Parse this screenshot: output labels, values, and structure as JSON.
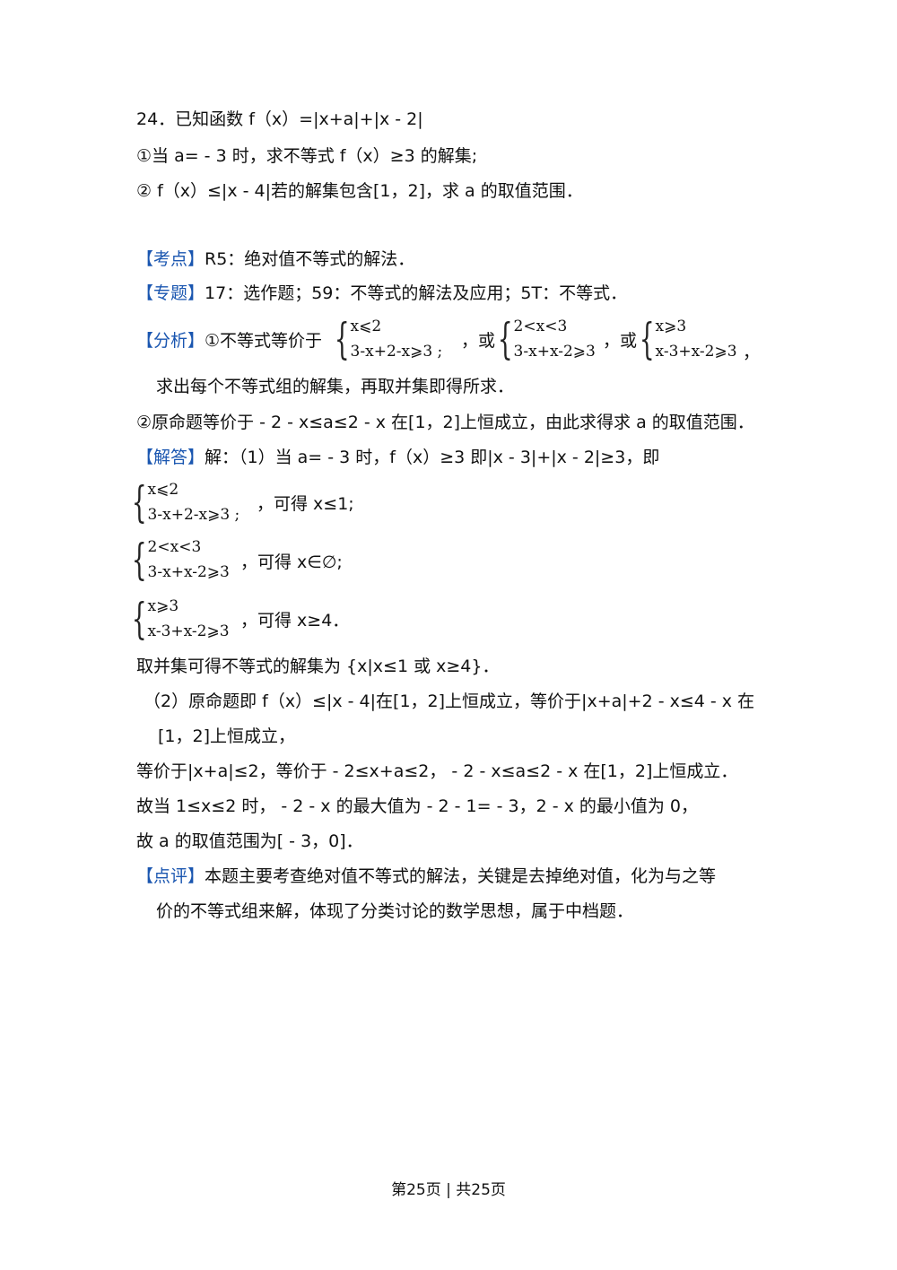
{
  "problem": {
    "line1": "24．已知函数 f（x）=|x+a|+|x - 2|",
    "line2": "①当 a= - 3 时，求不等式 f（x）≥3 的解集;",
    "line3": "② f（x）≤|x - 4|若的解集包含[1，2]，求 a 的取值范围．"
  },
  "kaodian": {
    "tag": "【考点】",
    "text": "R5：绝对值不等式的解法．"
  },
  "zhuanti": {
    "tag": "【专题】",
    "text": "17：选作题；59：不等式的解法及应用；5T：不等式．"
  },
  "fenxi": {
    "tag": "【分析】",
    "lead": "①不等式等价于",
    "or1": "，或",
    "or2": "，或",
    "sys1": [
      "x⩽2",
      "3-x+2-x⩾3 ;"
    ],
    "sys2": [
      "2<x<3",
      "3-x+x-2⩾3"
    ],
    "sys3": [
      "x⩾3",
      "x-3+x-2⩾3"
    ],
    "comma": "，",
    "line2": "求出每个不等式组的解集，再取并集即得所求．",
    "line3": "②原命题等价于 - 2 - x≤a≤2 - x 在[1，2]上恒成立，由此求得求 a 的取值范围．"
  },
  "jieda": {
    "tag": "【解答】",
    "text": "解：（1）当 a= - 3 时，f（x）≥3 即|x - 3|+|x - 2|≥3，即",
    "sys1": [
      "x⩽2",
      "3-x+2-x⩾3 ;"
    ],
    "sys1_result": "，可得 x≤1;",
    "sys2": [
      "2<x<3",
      "3-x+x-2⩾3"
    ],
    "sys2_result": "，可得 x∈∅;",
    "sys3": [
      "x⩾3",
      "x-3+x-2⩾3"
    ],
    "sys3_result": "，可得 x≥4．",
    "union": "取并集可得不等式的解集为 {x|x≤1 或 x≥4}．",
    "part2_a": "（2）原命题即 f（x）≤|x - 4|在[1，2]上恒成立，等价于|x+a|+2 - x≤4 - x 在",
    "part2_b": "[1，2]上恒成立，",
    "part2_c": "等价于|x+a|≤2，等价于 - 2≤x+a≤2， - 2 - x≤a≤2 - x 在[1，2]上恒成立．",
    "part2_d": "故当 1≤x≤2 时， - 2 - x 的最大值为 - 2 - 1= - 3，2 - x 的最小值为 0，",
    "part2_e": "故 a 的取值范围为[ - 3，0]．"
  },
  "dianping": {
    "tag": "【点评】",
    "text1": "本题主要考查绝对值不等式的解法，关键是去掉绝对值，化为与之等",
    "text2": "价的不等式组来解，体现了分类讨论的数学思想，属于中档题．"
  },
  "footer": {
    "text": "第25页 | 共25页"
  },
  "colors": {
    "tag_blue": "#1a56b0",
    "text": "#111111"
  }
}
